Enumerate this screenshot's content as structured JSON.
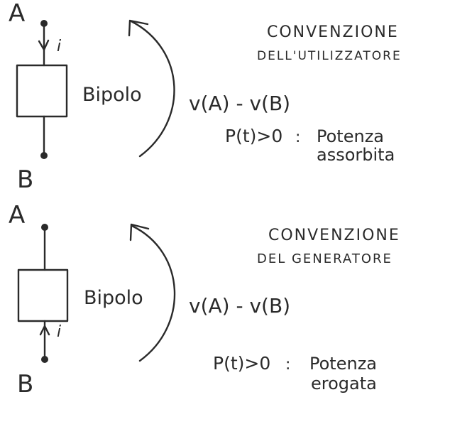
{
  "top": {
    "node_a": "A",
    "node_b": "B",
    "current": "i",
    "bipole": "Bipolo",
    "voltage": "v(A) - v(B)",
    "title_line1": "CONVENZIONE",
    "title_line2": "DELL'UTILIZZATORE",
    "power_condition": "P(t)>0",
    "power_sep": ":",
    "power_word": "Potenza",
    "power_kind": "assorbita"
  },
  "bottom": {
    "node_a": "A",
    "node_b": "B",
    "current": "i",
    "bipole": "Bipolo",
    "voltage": "v(A) - v(B)",
    "title_line1": "CONVENZIONE",
    "title_line2": "DEL GENERATORE",
    "power_condition": "P(t)>0",
    "power_sep": ":",
    "power_word": "Potenza",
    "power_kind": "erogata"
  }
}
